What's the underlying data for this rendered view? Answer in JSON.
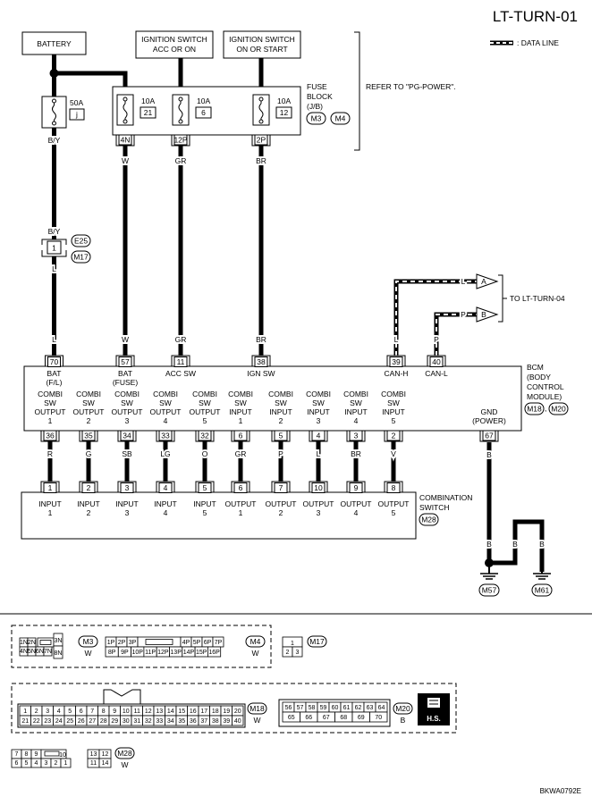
{
  "page_id": "LT-TURN-01",
  "data_line_legend": ": DATA LINE",
  "refer_note": "REFER TO \"PG-POWER\".",
  "to_note": "TO LT-TURN-04",
  "figure_code": "BKWA0792E",
  "power_boxes": {
    "battery": "BATTERY",
    "ign_acc": [
      "IGNITION SWITCH",
      "ACC OR ON"
    ],
    "ign_on": [
      "IGNITION SWITCH",
      "ON OR START"
    ]
  },
  "fuse_block": {
    "label": [
      "FUSE",
      "BLOCK",
      "(J/B)"
    ],
    "connectors": [
      "M3",
      "M4"
    ],
    "fuses": [
      {
        "amp": "10A",
        "num": "21",
        "pin": "4N",
        "wire": "W",
        "bcm_pin": "57"
      },
      {
        "amp": "10A",
        "num": "6",
        "pin": "12P",
        "wire": "GR",
        "bcm_pin": "11"
      },
      {
        "amp": "10A",
        "num": "12",
        "pin": "2P",
        "wire": "BR",
        "bcm_pin": "38"
      }
    ]
  },
  "fusible_link": {
    "amp": "50A",
    "id": "j",
    "wire": "B/Y"
  },
  "joint": {
    "wire_top": "B/Y",
    "pin": "1",
    "connectors": [
      "E25",
      "M17"
    ],
    "wire_bottom": "L",
    "bcm_pin": "70"
  },
  "can": {
    "h": {
      "pin": "39",
      "wire": "L",
      "label": "CAN-H",
      "arrow": "A"
    },
    "l": {
      "pin": "40",
      "wire": "P",
      "label": "CAN-L",
      "arrow": "B"
    }
  },
  "bcm": {
    "title": [
      "BCM",
      "(BODY",
      "CONTROL",
      "MODULE)"
    ],
    "connectors": [
      "M18",
      "M20"
    ],
    "top_labels": [
      [
        "BAT",
        "(F/L)"
      ],
      [
        "BAT",
        "(FUSE)"
      ],
      [
        "ACC SW"
      ],
      [
        "IGN SW"
      ],
      [
        "CAN-H"
      ],
      [
        "CAN-L"
      ]
    ],
    "bottom_labels": [
      [
        "COMBI",
        "SW",
        "OUTPUT",
        "1"
      ],
      [
        "COMBI",
        "SW",
        "OUTPUT",
        "2"
      ],
      [
        "COMBI",
        "SW",
        "OUTPUT",
        "3"
      ],
      [
        "COMBI",
        "SW",
        "OUTPUT",
        "4"
      ],
      [
        "COMBI",
        "SW",
        "OUTPUT",
        "5"
      ],
      [
        "COMBI",
        "SW",
        "INPUT",
        "1"
      ],
      [
        "COMBI",
        "SW",
        "INPUT",
        "2"
      ],
      [
        "COMBI",
        "SW",
        "INPUT",
        "3"
      ],
      [
        "COMBI",
        "SW",
        "INPUT",
        "4"
      ],
      [
        "COMBI",
        "SW",
        "INPUT",
        "5"
      ],
      [
        "GND",
        "(POWER)"
      ]
    ],
    "bottom_pins": [
      "36",
      "35",
      "34",
      "33",
      "32",
      "6",
      "5",
      "4",
      "3",
      "2",
      "67"
    ],
    "bottom_wires": [
      "R",
      "G",
      "SB",
      "LG",
      "O",
      "GR",
      "P",
      "L",
      "BR",
      "V",
      "B"
    ]
  },
  "combination_switch": {
    "label": [
      "COMBINATION",
      "SWITCH"
    ],
    "connector": "M28",
    "pins": [
      "1",
      "2",
      "3",
      "4",
      "5",
      "6",
      "7",
      "10",
      "9",
      "8"
    ],
    "labels": [
      [
        "INPUT",
        "1"
      ],
      [
        "INPUT",
        "2"
      ],
      [
        "INPUT",
        "3"
      ],
      [
        "INPUT",
        "4"
      ],
      [
        "INPUT",
        "5"
      ],
      [
        "OUTPUT",
        "1"
      ],
      [
        "OUTPUT",
        "2"
      ],
      [
        "OUTPUT",
        "3"
      ],
      [
        "OUTPUT",
        "4"
      ],
      [
        "OUTPUT",
        "5"
      ]
    ]
  },
  "ground": {
    "wire": "B",
    "connectors": [
      "M57",
      "M61"
    ]
  },
  "connector_views": {
    "m3": {
      "id": "M3",
      "color": "W",
      "row1": [
        "1N",
        "2N"
      ],
      "row2": [
        "4N",
        "5N",
        "6N",
        "7N"
      ],
      "right": [
        "3N",
        "8N"
      ]
    },
    "m4": {
      "id": "M4",
      "color": "W",
      "row1": [
        "1P",
        "2P",
        "3P",
        "4P",
        "5P",
        "6P",
        "7P"
      ],
      "row2": [
        "8P",
        "9P",
        "10P",
        "11P",
        "12P",
        "13P",
        "14P",
        "15P",
        "16P"
      ]
    },
    "m17": {
      "id": "M17",
      "row1": [
        "1"
      ],
      "row2": [
        "2",
        "3"
      ]
    },
    "m18": {
      "id": "M18",
      "color": "W",
      "row1": [
        "1",
        "2",
        "3",
        "4",
        "5",
        "6",
        "7",
        "8",
        "9",
        "10",
        "11",
        "12",
        "13",
        "14",
        "15",
        "16",
        "17",
        "18",
        "19",
        "20"
      ],
      "row2": [
        "21",
        "22",
        "23",
        "24",
        "25",
        "26",
        "27",
        "28",
        "29",
        "30",
        "31",
        "32",
        "33",
        "34",
        "35",
        "36",
        "37",
        "38",
        "39",
        "40"
      ]
    },
    "m20": {
      "id": "M20",
      "color": "B",
      "row1": [
        "56",
        "57",
        "58",
        "59",
        "60",
        "61",
        "62",
        "63",
        "64"
      ],
      "row2": [
        "65",
        "66",
        "67",
        "68",
        "69",
        "70"
      ]
    },
    "m28": {
      "id": "M28",
      "color": "W",
      "row1": [
        "7",
        "8",
        "9",
        "10",
        "13",
        "12"
      ],
      "row2": [
        "6",
        "5",
        "4",
        "3",
        "2",
        "1",
        "11",
        "14"
      ]
    },
    "hs_badge": "H.S."
  }
}
